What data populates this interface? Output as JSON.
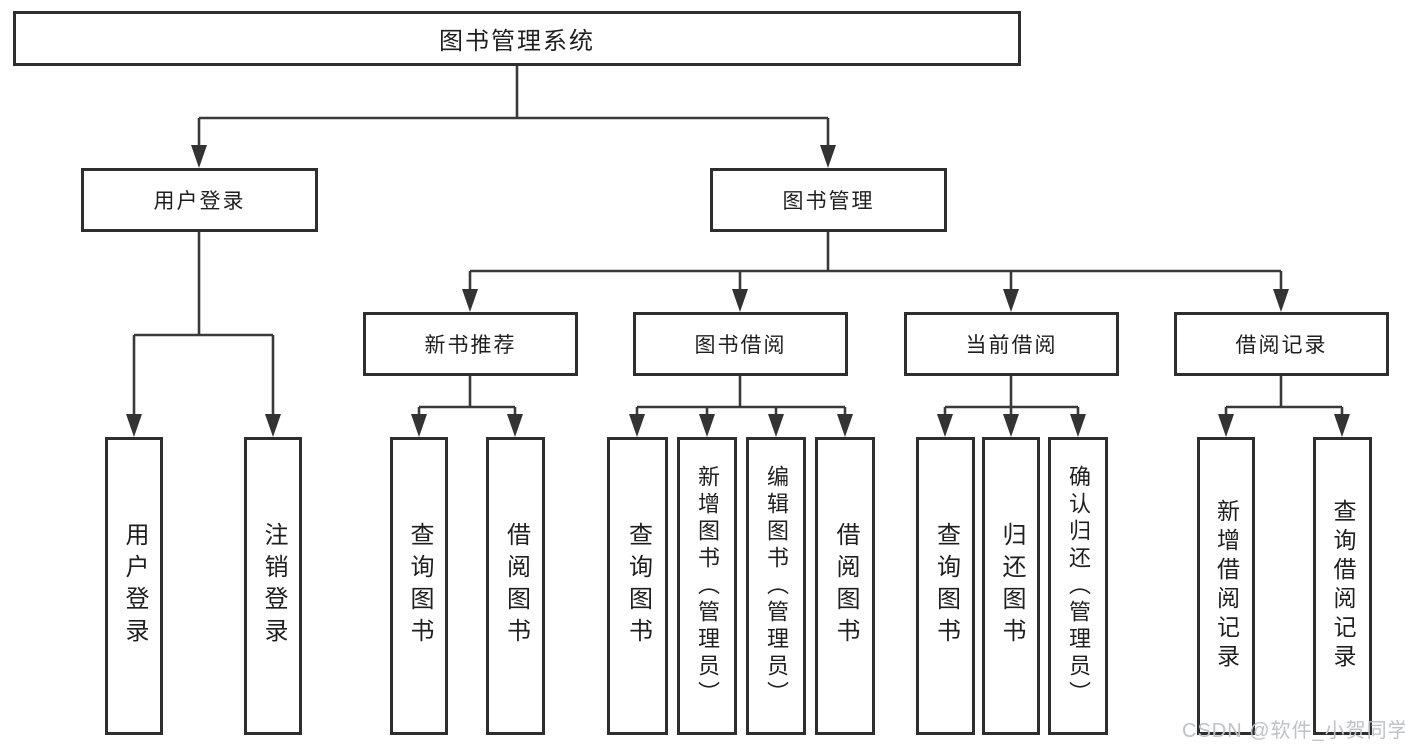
{
  "tree": {
    "label": "图书管理系统",
    "children": [
      {
        "label": "用户登录",
        "children": [
          {
            "label": "用户登录"
          },
          {
            "label": "注销登录"
          }
        ]
      },
      {
        "label": "图书管理",
        "children": [
          {
            "label": "新书推荐",
            "children": [
              {
                "label": "查询图书"
              },
              {
                "label": "借阅图书"
              }
            ]
          },
          {
            "label": "图书借阅",
            "children": [
              {
                "label": "查询图书"
              },
              {
                "label": "新增图书（管理员）"
              },
              {
                "label": "编辑图书（管理员）"
              },
              {
                "label": "借阅图书"
              }
            ]
          },
          {
            "label": "当前借阅",
            "children": [
              {
                "label": "查询图书"
              },
              {
                "label": "归还图书"
              },
              {
                "label": "确认归还（管理员）"
              }
            ]
          },
          {
            "label": "借阅记录",
            "children": [
              {
                "label": "新增借阅记录"
              },
              {
                "label": "查询借阅记录"
              }
            ]
          }
        ]
      }
    ]
  },
  "watermark": {
    "text": "CSDN @软件_小贺同学"
  },
  "colors": {
    "line": "#3a3a3a",
    "border": "#2e2e2e",
    "text": "#1f1f1f",
    "watermark": "#bfc2c6",
    "background": "#ffffff"
  }
}
